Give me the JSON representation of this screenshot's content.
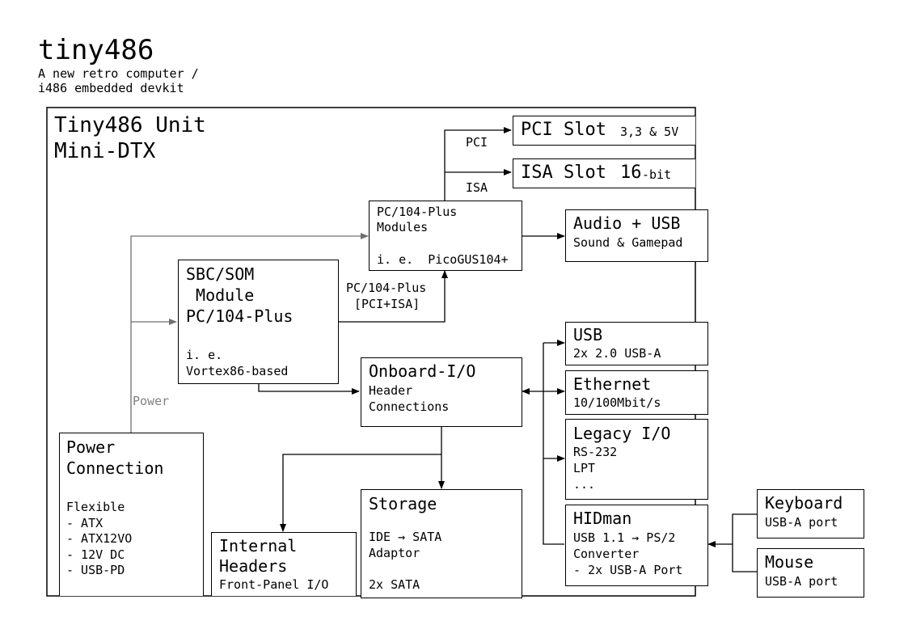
{
  "header": {
    "title": "tiny486",
    "subtitle_line1": "A new retro computer /",
    "subtitle_line2": "i486 embedded devkit"
  },
  "unit": {
    "title_line1": "Tiny486 Unit",
    "title_line2": "Mini-DTX"
  },
  "pci_slot": {
    "label": "PCI Slot",
    "note": "3,3 & 5V"
  },
  "isa_slot": {
    "label": "ISA Slot",
    "width": "16",
    "suffix": "-bit"
  },
  "bus_labels": {
    "pci": "PCI",
    "isa": "ISA",
    "power": "Power"
  },
  "pc104_modules": {
    "line1": "PC/104-Plus",
    "line2": "Modules",
    "example": "i. e.  PicoGUS104+"
  },
  "audio_usb": {
    "title": "Audio + USB",
    "subtitle": "Sound & Gamepad"
  },
  "sbc": {
    "line1": "SBC/SOM",
    "line2": " Module",
    "line3": "PC/104-Plus",
    "example_line1": "i. e.",
    "example_line2": "Vortex86-based"
  },
  "pc104_bus": {
    "line1": "PC/104-Plus",
    "line2": "[PCI+ISA]"
  },
  "usb": {
    "title": "USB",
    "subtitle": "2x 2.0 USB-A"
  },
  "onboard_io": {
    "title": "Onboard-I/O",
    "line1": "Header",
    "line2": "Connections"
  },
  "ethernet": {
    "title": "Ethernet",
    "subtitle": "10/100Mbit/s"
  },
  "legacy_io": {
    "title": "Legacy I/O",
    "items": [
      "RS-232",
      "LPT",
      "..."
    ]
  },
  "power": {
    "title_line1": "Power",
    "title_line2": "Connection",
    "flex_label": "Flexible",
    "options": [
      "- ATX",
      "- ATX12VO",
      "- 12V DC",
      "- USB-PD"
    ]
  },
  "storage": {
    "title": "Storage",
    "line1": "IDE → SATA",
    "line2": "Adaptor",
    "line3": "2x SATA"
  },
  "hidman": {
    "title": "HIDman",
    "line1": "USB 1.1 → PS/2",
    "line2": "Converter",
    "line3": "- 2x USB-A Port"
  },
  "internal_headers": {
    "title_line1": "Internal",
    "title_line2": "Headers",
    "subtitle": "Front-Panel I/O"
  },
  "keyboard": {
    "title": "Keyboard",
    "subtitle": "USB-A port"
  },
  "mouse": {
    "title": "Mouse",
    "subtitle": "USB-A port"
  },
  "colors": {
    "line": "#000000",
    "power_line": "#707070",
    "power_text": "#808080"
  }
}
